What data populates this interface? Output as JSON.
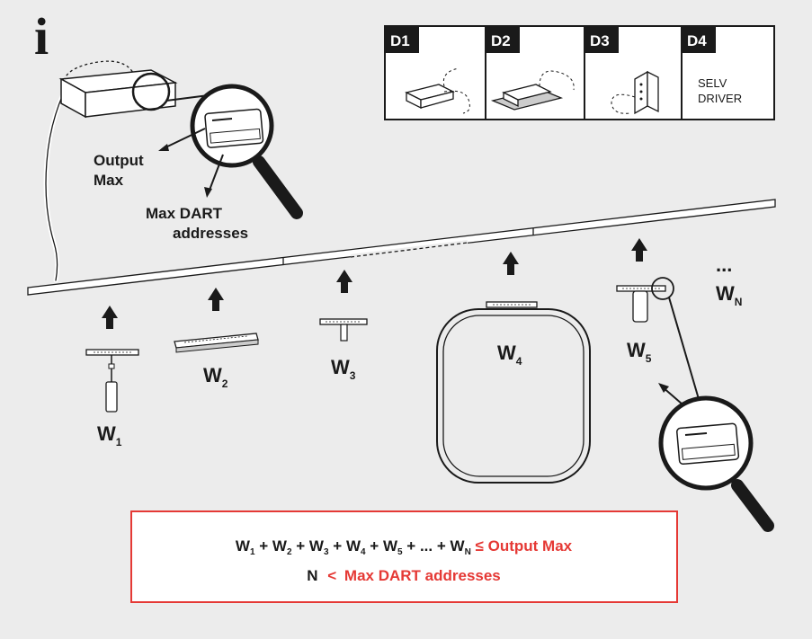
{
  "info_icon": "i",
  "callout": {
    "output_max": [
      "Output",
      "Max"
    ],
    "max_dart": [
      "Max DART",
      "addresses"
    ]
  },
  "driver_types": [
    {
      "label": "D1",
      "text": []
    },
    {
      "label": "D2",
      "text": []
    },
    {
      "label": "D3",
      "text": []
    },
    {
      "label": "D4",
      "text": [
        "SELV",
        "DRIVER"
      ]
    }
  ],
  "weights": [
    {
      "base": "W",
      "sub": "1"
    },
    {
      "base": "W",
      "sub": "2"
    },
    {
      "base": "W",
      "sub": "3"
    },
    {
      "base": "W",
      "sub": "4"
    },
    {
      "base": "W",
      "sub": "5"
    },
    {
      "base": "W",
      "sub": "N"
    }
  ],
  "ellipsis": "...",
  "formula": {
    "line1_terms": [
      {
        "base": "W",
        "sub": "1"
      },
      {
        "op": "+"
      },
      {
        "base": "W",
        "sub": "2"
      },
      {
        "op": "+"
      },
      {
        "base": "W",
        "sub": "3"
      },
      {
        "op": "+"
      },
      {
        "base": "W",
        "sub": "4"
      },
      {
        "op": "+"
      },
      {
        "base": "W",
        "sub": "5"
      },
      {
        "op": "+ ... +"
      },
      {
        "base": "W",
        "sub": "N"
      }
    ],
    "line1_relation": "≤",
    "line1_rhs": "Output Max",
    "line2_lhs": "N",
    "line2_relation": "<",
    "line2_rhs": "Max DART addresses"
  },
  "colors": {
    "background": "#ececec",
    "accent_red": "#e53935",
    "ink": "#1a1a1a",
    "panel": "#ffffff"
  }
}
